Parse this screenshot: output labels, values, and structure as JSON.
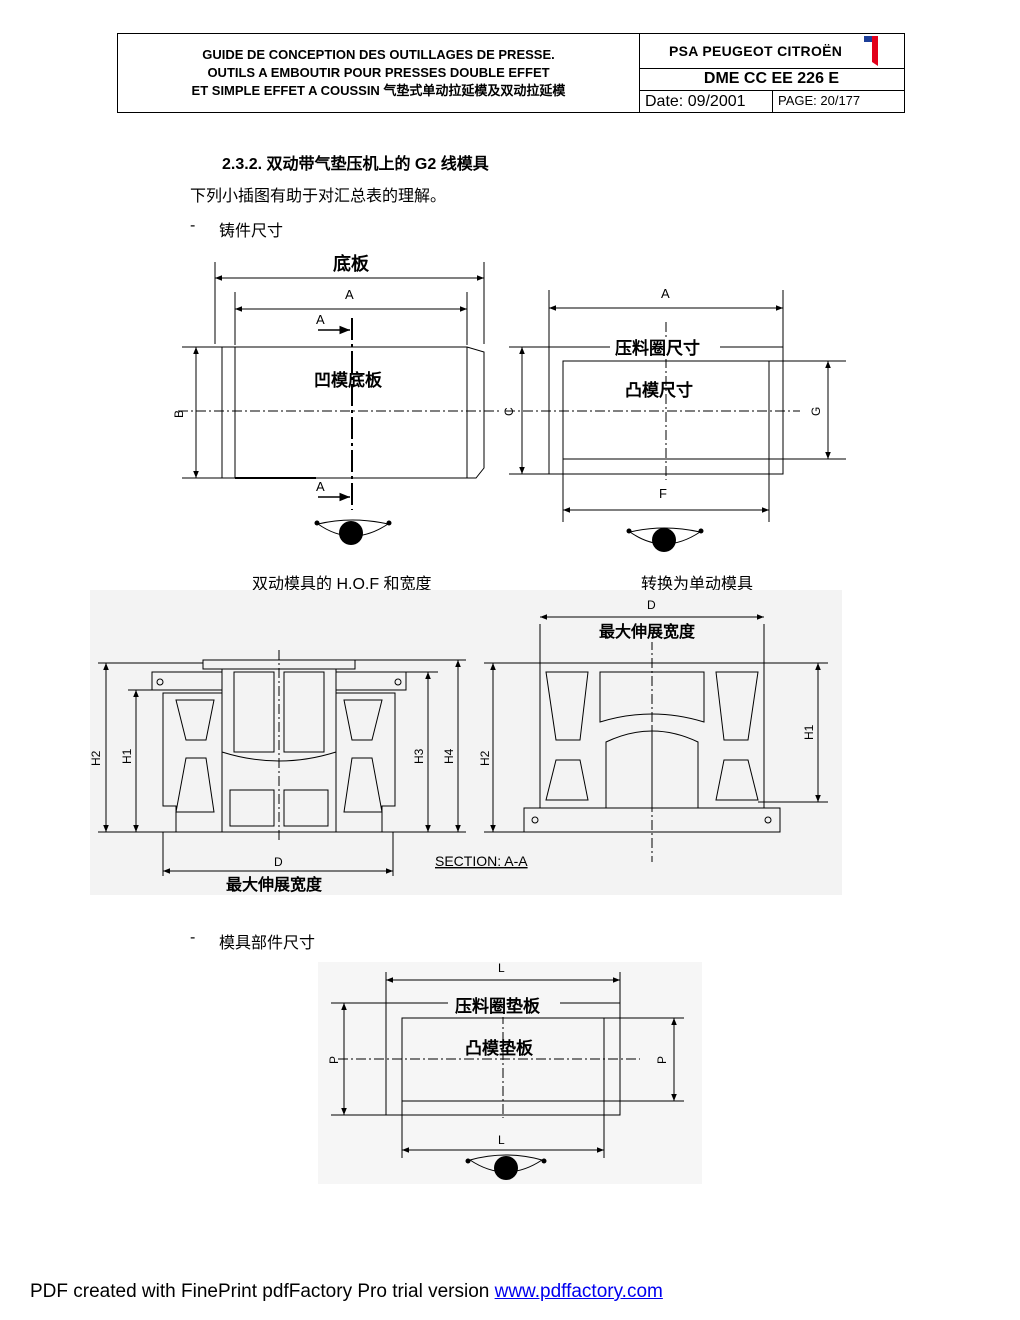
{
  "header": {
    "title_lines": [
      "GUIDE DE CONCEPTION DES OUTILLAGES DE PRESSE.",
      "OUTILS A EMBOUTIR POUR PRESSES DOUBLE EFFET",
      "ET SIMPLE EFFET A COUSSIN 气垫式单动拉延模及双动拉延模"
    ],
    "logo_text": "PSA PEUGEOT CITROËN",
    "doc_ref": "DME CC EE 226 E",
    "date": "Date: 09/2001",
    "page": "PAGE: 20/177"
  },
  "body": {
    "section_heading": "2.3.2.  双动带气垫压机上的 G2 线模具",
    "intro": "下列小插图有助于对汇总表的理解。",
    "bullet1_dash": "-",
    "bullet1": "铸件尺寸",
    "caption_left": "双动模具的 H.O.F 和宽度",
    "caption_right": "转换为单动模具",
    "bullet2_dash": "-",
    "bullet2": "模具部件尺寸"
  },
  "fig1": {
    "base_plate": "底板",
    "a": "A",
    "b": "B",
    "die_base": "凹模底板",
    "c": "C",
    "g": "G",
    "f": "F",
    "blankholder_size": "压料圈尺寸",
    "punch_size": "凸模尺寸"
  },
  "fig2": {
    "d": "D",
    "h1": "H1",
    "h2": "H2",
    "h3": "H3",
    "h4": "H4",
    "max_width": "最大伸展宽度",
    "section": "SECTION: A-A"
  },
  "fig3": {
    "l": "L",
    "p": "P",
    "blankholder_pad": "压料圈垫板",
    "punch_pad": "凸模垫板"
  },
  "footer": {
    "text": "PDF created with FinePrint pdfFactory Pro trial version ",
    "link": "www.pdffactory.com"
  },
  "colors": {
    "logo_red": "#e2001a",
    "logo_blue": "#1d3f99",
    "link": "#0000ee"
  }
}
